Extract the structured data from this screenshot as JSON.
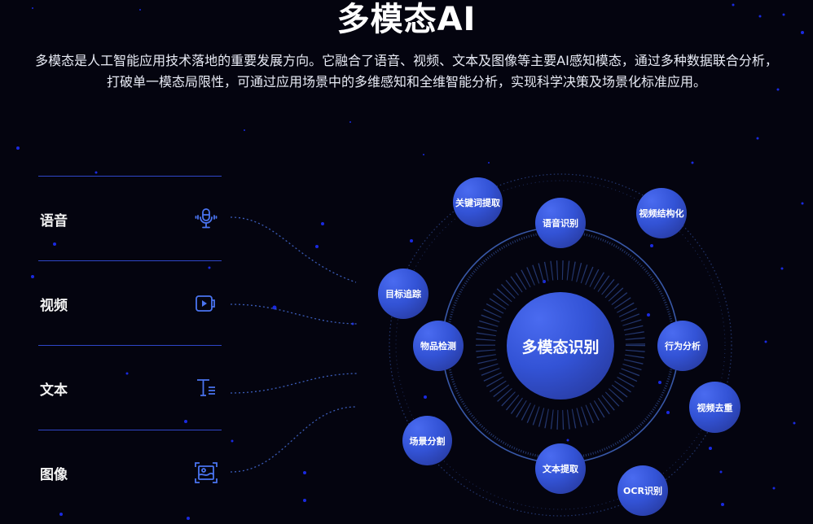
{
  "header": {
    "title": "多模态AI",
    "description": "多模态是人工智能应用技术落地的重要发展方向。它融合了语音、视频、文本及图像等主要AI感知模态，通过多种数据联合分析，打破单一模态局限性，可通过应用场景中的多维感知和全维智能分析，实现科学决策及场景化标准应用。"
  },
  "modalities": [
    {
      "label": "语音",
      "icon": "microphone-icon"
    },
    {
      "label": "视频",
      "icon": "video-play-icon"
    },
    {
      "label": "文本",
      "icon": "text-format-icon"
    },
    {
      "label": "图像",
      "icon": "image-scan-icon"
    }
  ],
  "diagram": {
    "center": "多模态识别",
    "nodes": [
      {
        "label": "关键词提取"
      },
      {
        "label": "语音识别"
      },
      {
        "label": "视频结构化"
      },
      {
        "label": "目标追踪"
      },
      {
        "label": "物品检测"
      },
      {
        "label": "行为分析"
      },
      {
        "label": "视频去重"
      },
      {
        "label": "场景分割"
      },
      {
        "label": "文本提取"
      },
      {
        "label": "OCR识别"
      }
    ]
  },
  "colors": {
    "background": "#04040f",
    "accent": "#3d63e8",
    "divider": "#2f46c8",
    "icon": "#4a74f0"
  }
}
